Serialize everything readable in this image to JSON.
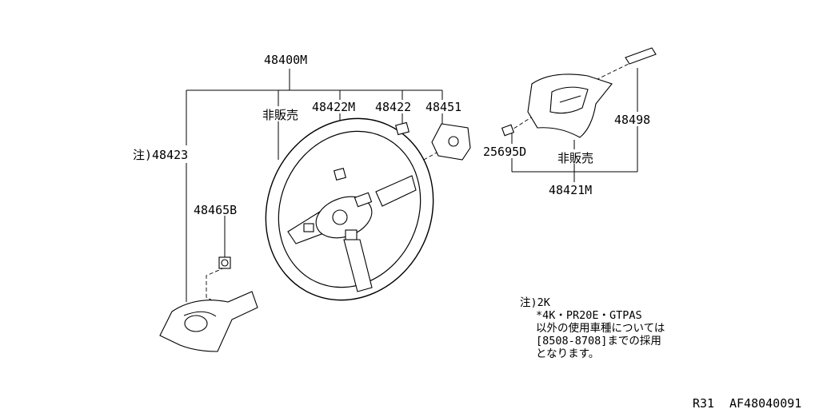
{
  "labels": {
    "assembly": "48400M",
    "not_sold_1": "非販売",
    "part_48422M": "48422M",
    "part_48422": "48422",
    "part_48451": "48451",
    "note_48423": "注)48423",
    "part_48465B": "48465B",
    "part_25695D": "25695D",
    "not_sold_2": "非販売",
    "part_48498": "48498",
    "part_48421M": "48421M"
  },
  "notes": {
    "line1": "注)2K",
    "line2": "*4K・PR20E・GTPAS",
    "line3": "以外の使用車種については",
    "line4": "[8508-8708]までの採用",
    "line5": "となります。"
  },
  "footer": {
    "page": "R31",
    "code": "AF48040091"
  }
}
